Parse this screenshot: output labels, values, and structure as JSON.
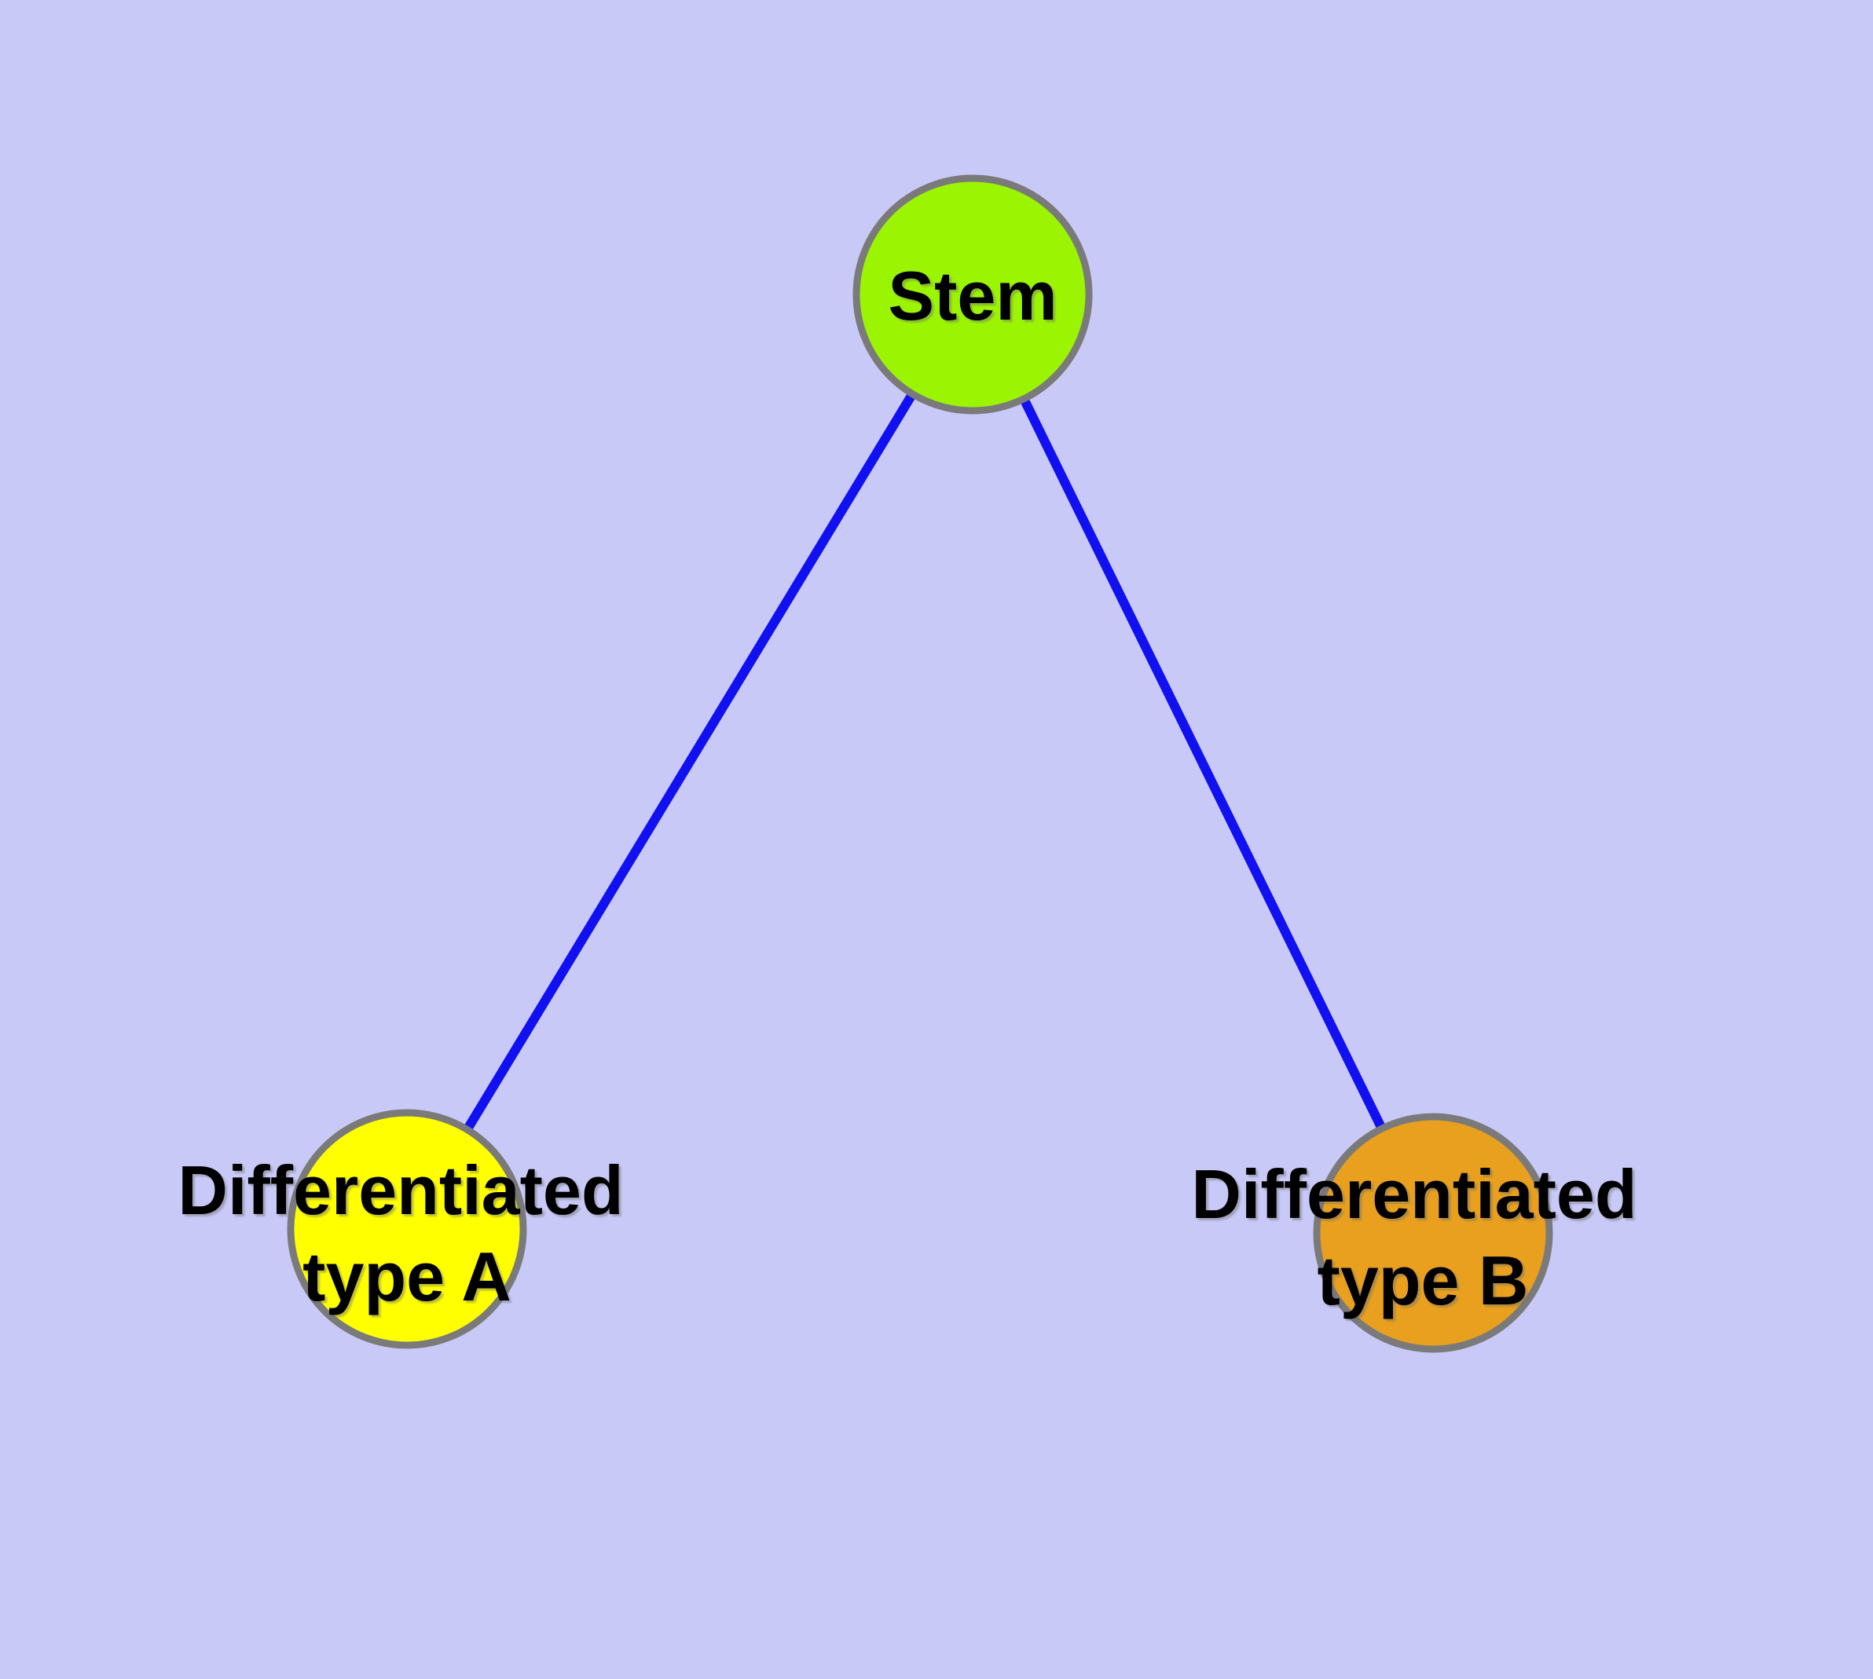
{
  "diagram": {
    "background_color": "#C9C9F8",
    "edge_color": "#1010F0",
    "node_border_color": "#7A7A7A",
    "text_color": "#000000",
    "nodes": [
      {
        "id": "stem",
        "label": "Stem",
        "fill_color": "#9BF502"
      },
      {
        "id": "differentiated-type-a",
        "label_line1": "Differentiated",
        "label_line2": "type A",
        "fill_color": "#FFFF00"
      },
      {
        "id": "differentiated-type-b",
        "label_line1": "Differentiated",
        "label_line2": "type B",
        "fill_color": "#E8A01E"
      }
    ],
    "edges": [
      {
        "from": "stem",
        "to": "differentiated-type-a"
      },
      {
        "from": "stem",
        "to": "differentiated-type-b"
      }
    ]
  }
}
